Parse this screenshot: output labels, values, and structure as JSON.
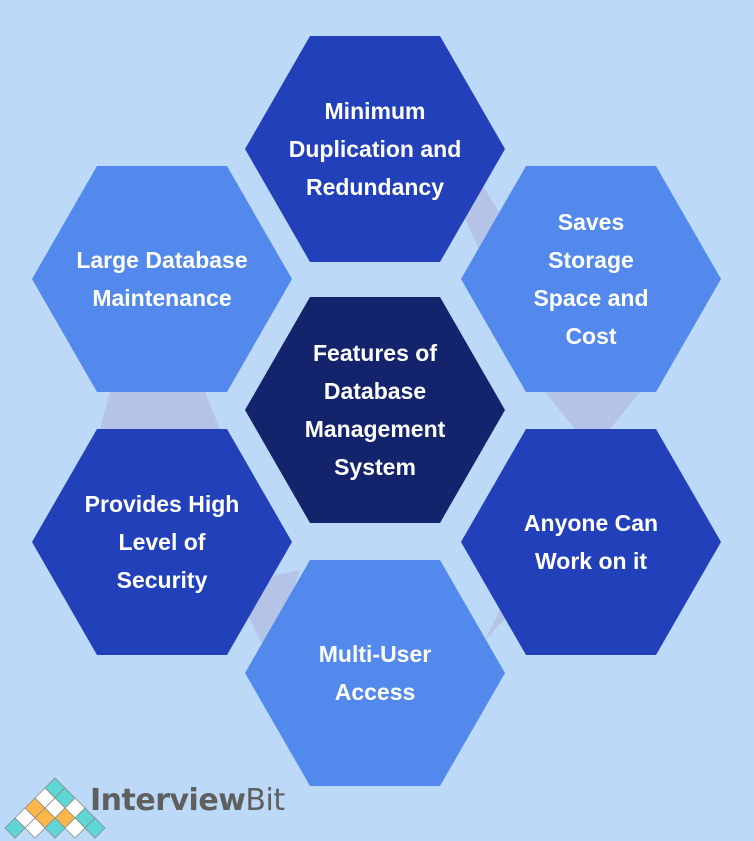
{
  "colors": {
    "background": "#bcdaf8",
    "connector": "#b5c3e6",
    "hex_dark": "#2340bb",
    "hex_light": "#5389ec",
    "hex_center": "#14246c",
    "label": "#ffffff",
    "logo_text": "#5f5f5f",
    "logo_teal": "#5fd6d6",
    "logo_orange": "#fdb64a",
    "logo_white": "#ffffff"
  },
  "center": {
    "lines": [
      "Features of",
      "Database",
      "Management",
      "System"
    ]
  },
  "features": [
    {
      "id": "top",
      "tone": "dark",
      "lines": [
        "Minimum",
        "Duplication and",
        "Redundancy"
      ]
    },
    {
      "id": "upper-right",
      "tone": "light",
      "lines": [
        "Saves",
        "Storage",
        "Space and",
        "Cost"
      ]
    },
    {
      "id": "lower-right",
      "tone": "dark",
      "lines": [
        "Anyone Can",
        "Work on it"
      ]
    },
    {
      "id": "bottom",
      "tone": "light",
      "lines": [
        "Multi-User",
        "Access"
      ]
    },
    {
      "id": "lower-left",
      "tone": "dark",
      "lines": [
        "Provides High",
        "Level of",
        "Security"
      ]
    },
    {
      "id": "upper-left",
      "tone": "light",
      "lines": [
        "Large Database",
        "Maintenance"
      ]
    }
  ],
  "logo": {
    "brand_bold": "Interview",
    "brand_thin": "Bit"
  }
}
